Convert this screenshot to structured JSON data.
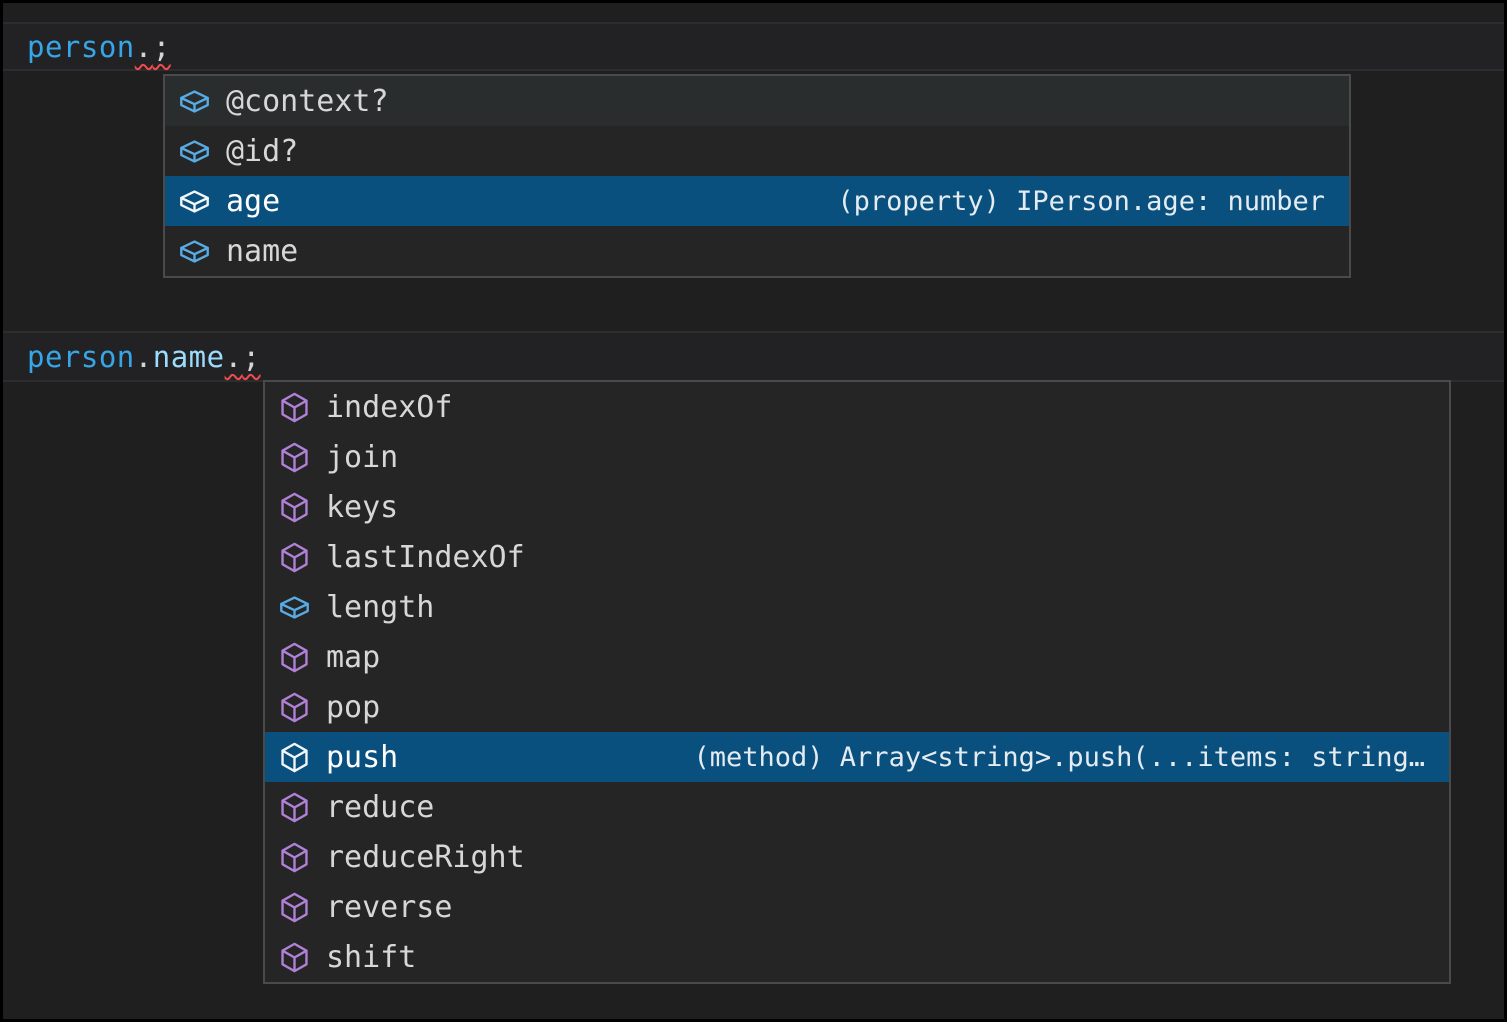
{
  "colors": {
    "frame": "#000000",
    "editor_background": "#1f1f1f",
    "line_highlight_background": "#222224",
    "line_highlight_border": "#2d2d30",
    "popup_background": "#252526",
    "popup_border": "#4a4a4a",
    "row_hover_background": "#2a2d2e",
    "row_selected_background": "#09507e",
    "label_color": "#d7d7d7",
    "detail_color": "#c2c9d0",
    "icon_field_color": "#58ace6",
    "icon_method_color": "#b180d7",
    "variable_color": "#36a6e8",
    "property_color": "#9cdcfe",
    "punctuation_color": "#d4d4d4",
    "squiggle_color": "#f14c4c"
  },
  "code_lines": [
    {
      "name": "code-line-1",
      "tokens": [
        {
          "text": "person",
          "color": "#36a6e8",
          "squiggle": false
        },
        {
          "text": ".",
          "color": "#d4d4d4",
          "squiggle": true
        },
        {
          "text": ";",
          "color": "#d4d4d4",
          "squiggle": true
        }
      ]
    },
    {
      "name": "code-line-2",
      "tokens": [
        {
          "text": "person",
          "color": "#36a6e8",
          "squiggle": false
        },
        {
          "text": ".",
          "color": "#d4d4d4",
          "squiggle": false
        },
        {
          "text": "name",
          "color": "#9cdcfe",
          "squiggle": false
        },
        {
          "text": ".",
          "color": "#d4d4d4",
          "squiggle": true
        },
        {
          "text": ";",
          "color": "#d4d4d4",
          "squiggle": true
        }
      ]
    }
  ],
  "popups": [
    {
      "name": "suggest-popup-1",
      "items": [
        {
          "label": "@context?",
          "kind": "field",
          "state": "hover",
          "detail": ""
        },
        {
          "label": "@id?",
          "kind": "field",
          "state": "normal",
          "detail": ""
        },
        {
          "label": "age",
          "kind": "field",
          "state": "selected",
          "detail": "(property) IPerson.age: number"
        },
        {
          "label": "name",
          "kind": "field",
          "state": "normal",
          "detail": ""
        }
      ]
    },
    {
      "name": "suggest-popup-2",
      "items": [
        {
          "label": "indexOf",
          "kind": "method",
          "state": "normal",
          "detail": ""
        },
        {
          "label": "join",
          "kind": "method",
          "state": "normal",
          "detail": ""
        },
        {
          "label": "keys",
          "kind": "method",
          "state": "normal",
          "detail": ""
        },
        {
          "label": "lastIndexOf",
          "kind": "method",
          "state": "normal",
          "detail": ""
        },
        {
          "label": "length",
          "kind": "field",
          "state": "normal",
          "detail": ""
        },
        {
          "label": "map",
          "kind": "method",
          "state": "normal",
          "detail": ""
        },
        {
          "label": "pop",
          "kind": "method",
          "state": "normal",
          "detail": ""
        },
        {
          "label": "push",
          "kind": "method",
          "state": "selected",
          "detail": "(method) Array<string>.push(...items: string…"
        },
        {
          "label": "reduce",
          "kind": "method",
          "state": "normal",
          "detail": ""
        },
        {
          "label": "reduceRight",
          "kind": "method",
          "state": "normal",
          "detail": ""
        },
        {
          "label": "reverse",
          "kind": "method",
          "state": "normal",
          "detail": ""
        },
        {
          "label": "shift",
          "kind": "method",
          "state": "normal",
          "detail": ""
        }
      ]
    }
  ]
}
